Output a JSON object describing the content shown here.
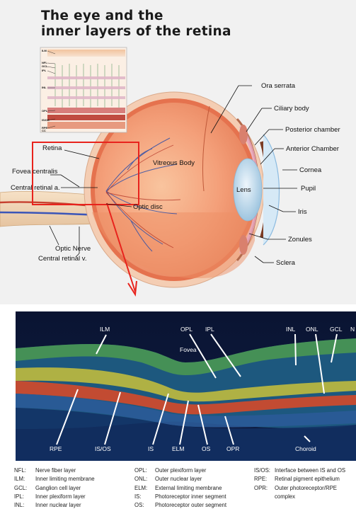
{
  "title": {
    "line1": "The eye and the",
    "line2": "inner layers of the retina"
  },
  "inset_labels": [
    "ILM",
    "NFL",
    "GCL",
    "IPL",
    "INL",
    "OPL",
    "IS/OS",
    "RPE",
    "CC"
  ],
  "eye_labels": {
    "ora_serrata": "Ora serrata",
    "ciliary_body": "Ciliary body",
    "posterior_chamber": "Posterior chamber",
    "anterior_chamber": "Anterior Chamber",
    "cornea": "Cornea",
    "pupil": "Pupil",
    "lens": "Lens",
    "iris": "Iris",
    "zonules": "Zonules",
    "sclera": "Sclera",
    "vitreous_body": "Vitreous Body",
    "retina": "Retina",
    "fovea_centralis": "Fovea centralis",
    "central_retinal_a": "Central retinal a.",
    "optic_disc": "Optic disc",
    "optic_nerve": "Optic Nerve",
    "central_retinal_v": "Central retinal v."
  },
  "oct_labels": {
    "ilm": "ILM",
    "opl": "OPL",
    "ipl": "IPL",
    "inl": "INL",
    "onl": "ONL",
    "gcl": "GCL",
    "n": "N",
    "fovea": "Fovea",
    "rpe": "RPE",
    "isos": "IS/OS",
    "is": "IS",
    "elm": "ELM",
    "os": "OS",
    "opr": "OPR",
    "choroid": "Choroid"
  },
  "legend": {
    "col1": [
      {
        "abbr": "NFL:",
        "text": "Nerve fiber layer"
      },
      {
        "abbr": "ILM:",
        "text": "Inner limiting membrane"
      },
      {
        "abbr": "GCL:",
        "text": "Ganglion cell layer"
      },
      {
        "abbr": "IPL:",
        "text": "Inner plexiform layer"
      },
      {
        "abbr": "INL:",
        "text": "Inner nuclear layer"
      }
    ],
    "col2": [
      {
        "abbr": "OPL:",
        "text": "Outer plexiform layer"
      },
      {
        "abbr": "ONL:",
        "text": "Outer nuclear layer"
      },
      {
        "abbr": "ELM:",
        "text": "External limiting membrane"
      },
      {
        "abbr": "IS:",
        "text": "Photoreceptor inner segment"
      },
      {
        "abbr": "OS:",
        "text": "Photoreceptor outer segment"
      }
    ],
    "col3": [
      {
        "abbr": "IS/OS:",
        "text": "Interface between IS and OS"
      },
      {
        "abbr": "RPE:",
        "text": "Retinal pigment epithelium"
      },
      {
        "abbr": "OPR:",
        "text": "Outer photoreceptor/RPE"
      },
      {
        "abbr": "",
        "text": "complex"
      }
    ]
  },
  "colors": {
    "highlight_box": "#e8231d",
    "sclera": "#f3ccb2",
    "vitreous": "#f5a27a",
    "oct_background": "#0d1a38"
  }
}
